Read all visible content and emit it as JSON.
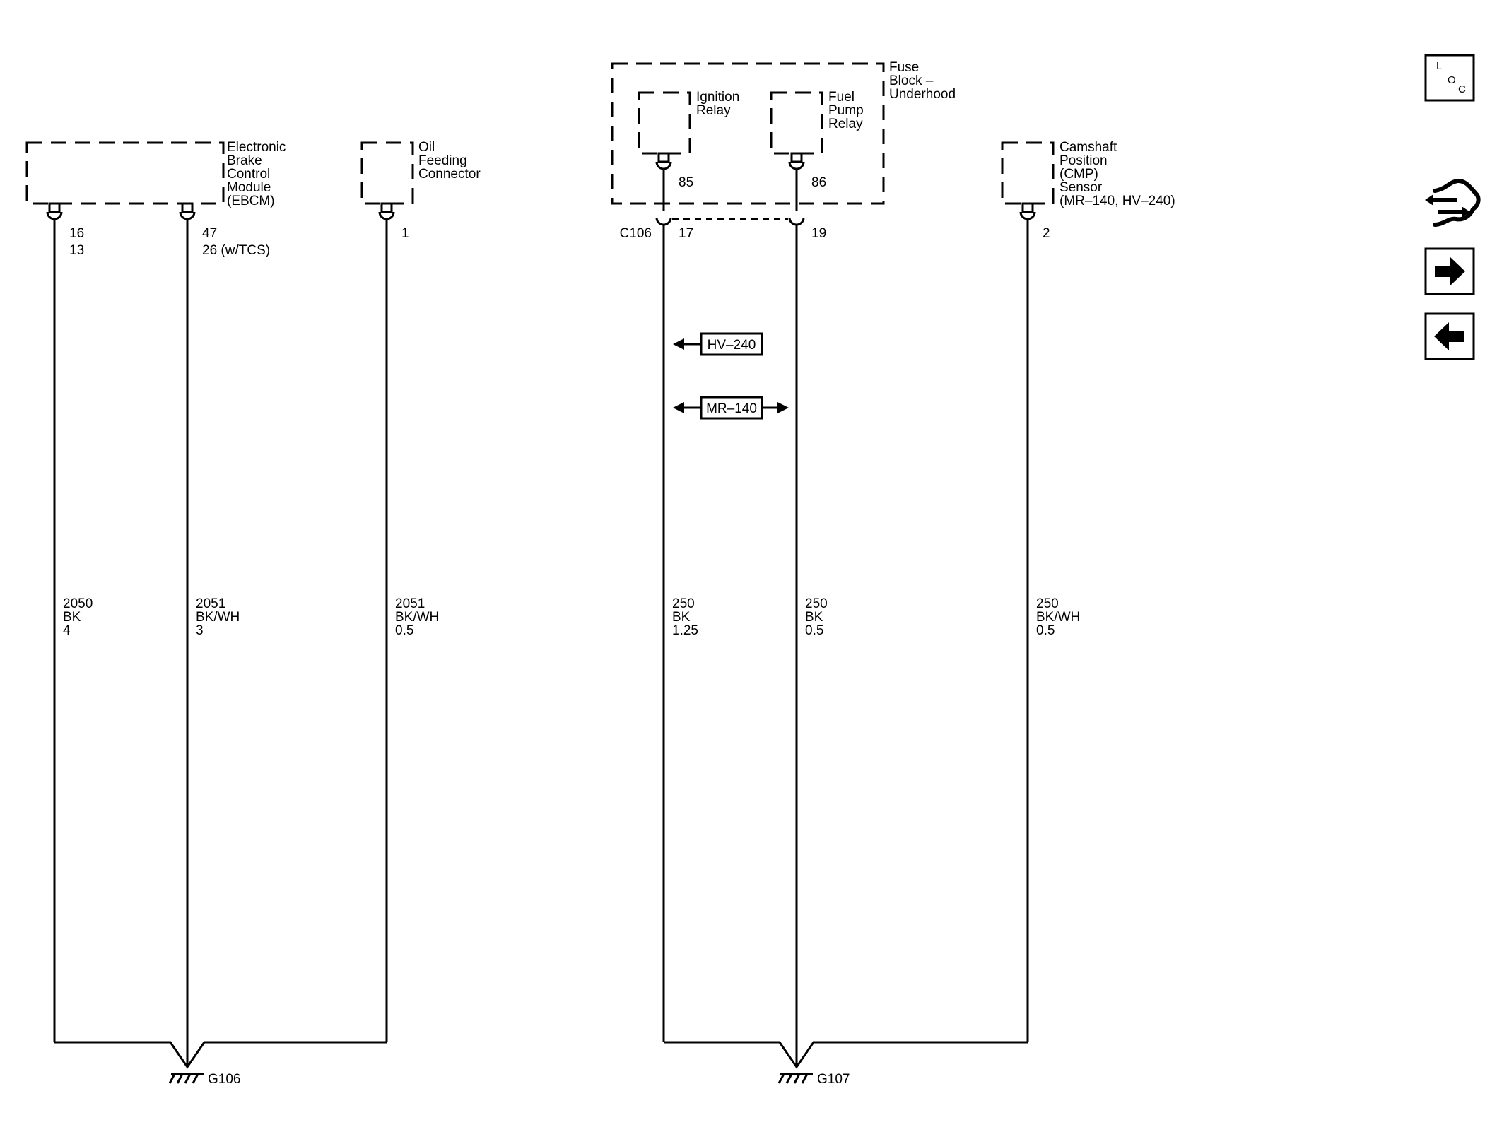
{
  "components": {
    "ebcm": [
      "Electronic",
      "Brake",
      "Control",
      "Module",
      "(EBCM)"
    ],
    "oil_feeding_connector": [
      "Oil",
      "Feeding",
      "Connector"
    ],
    "fuse_block": [
      "Fuse",
      "Block –",
      "Underhood"
    ],
    "ignition_relay": [
      "Ignition",
      "Relay"
    ],
    "fuel_pump_relay": [
      "Fuel",
      "Pump",
      "Relay"
    ],
    "cmp_sensor": [
      "Camshaft",
      "Position",
      "(CMP)",
      "Sensor",
      "(MR–140, HV–240)"
    ]
  },
  "pins": {
    "ebcm_a": [
      "16",
      "13"
    ],
    "ebcm_b": [
      "47",
      "26 (w/TCS)"
    ],
    "oil": "1",
    "ignition_relay": "85",
    "fuel_pump_relay": "86",
    "c106_connector": "C106",
    "c106_a": "17",
    "c106_b": "19",
    "cmp": "2"
  },
  "wires": [
    {
      "circuit": "2050",
      "color": "BK",
      "size": "4"
    },
    {
      "circuit": "2051",
      "color": "BK/WH",
      "size": "3"
    },
    {
      "circuit": "2051",
      "color": "BK/WH",
      "size": "0.5"
    },
    {
      "circuit": "250",
      "color": "BK",
      "size": "1.25"
    },
    {
      "circuit": "250",
      "color": "BK",
      "size": "0.5"
    },
    {
      "circuit": "250",
      "color": "BK/WH",
      "size": "0.5"
    }
  ],
  "option_tags": {
    "hv": "HV–240",
    "mr": "MR–140"
  },
  "grounds": {
    "left": "G106",
    "right": "G107"
  },
  "nav": {
    "loc": [
      "L",
      "O",
      "C"
    ],
    "wire_icon": "wire-harness-icon",
    "next_icon": "arrow-right-icon",
    "prev_icon": "arrow-left-icon"
  }
}
